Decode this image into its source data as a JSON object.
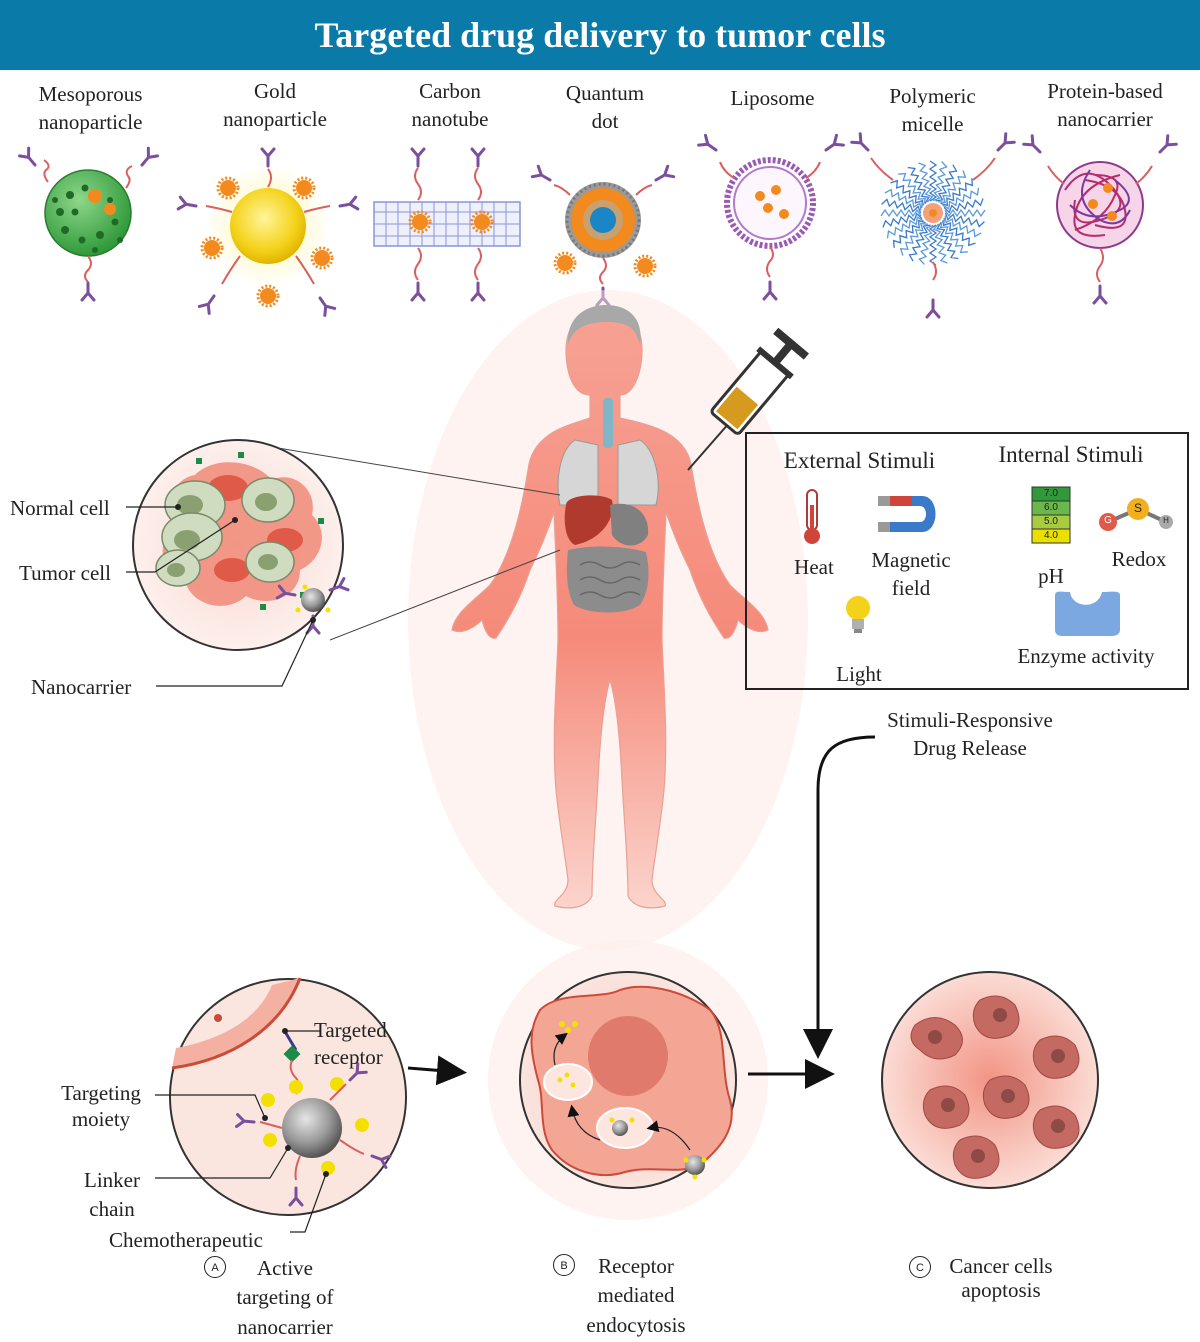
{
  "title": "Targeted drug delivery to tumor cells",
  "nanocarriers": {
    "mesoporous": [
      "Mesoporous",
      "nanoparticle"
    ],
    "gold": [
      "Gold",
      "nanoparticle"
    ],
    "cnt": [
      "Carbon",
      "nanotube"
    ],
    "qdot": [
      "Quantum",
      "dot"
    ],
    "liposome": [
      "Liposome"
    ],
    "micelle": [
      "Polymeric",
      "micelle"
    ],
    "protein": [
      "Protein-based",
      "nanocarrier"
    ]
  },
  "tissue": {
    "normal_cell": "Normal cell",
    "tumor_cell": "Tumor cell",
    "nanocarrier": "Nanocarrier"
  },
  "stimuli": {
    "external_title": "External Stimuli",
    "internal_title": "Internal Stimuli",
    "heat": "Heat",
    "magnetic": [
      "Magnetic",
      "field"
    ],
    "light": "Light",
    "ph": "pH",
    "ph_values": [
      "7.0",
      "6.0",
      "5.0",
      "4.0"
    ],
    "redox": "Redox",
    "redox_atoms": [
      "G",
      "S",
      "H"
    ],
    "enzyme": "Enzyme activity"
  },
  "release": [
    "Stimuli-Responsive",
    "Drug Release"
  ],
  "panel_a": {
    "letter": "A",
    "targeted_receptor": [
      "Targeted",
      "receptor"
    ],
    "targeting_moiety": [
      "Targeting",
      "moiety"
    ],
    "linker": [
      "Linker",
      "chain"
    ],
    "chemo": "Chemotherapeutic",
    "caption": [
      "Active",
      "targeting of",
      "nanocarrier"
    ]
  },
  "panel_b": {
    "letter": "B",
    "caption": [
      "Receptor",
      "mediated",
      "endocytosis"
    ]
  },
  "panel_c": {
    "letter": "C",
    "caption": [
      "Cancer cells",
      "apoptosis"
    ]
  },
  "colors": {
    "banner": "#0a7aa8",
    "antibody": "#7b4f9e",
    "drug": "#f28a1e",
    "skin": "#f59a8c",
    "tumor": "#ee8070"
  }
}
